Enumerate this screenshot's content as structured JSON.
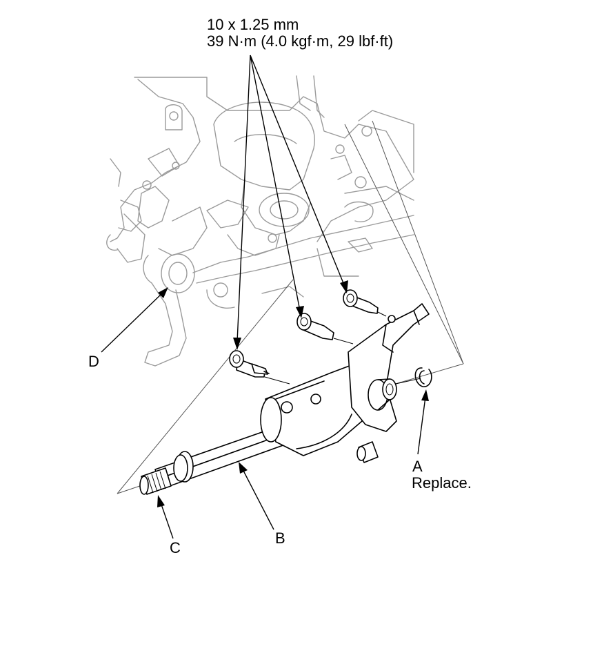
{
  "spec": {
    "bolt_size": "10 x 1.25 mm",
    "torque": "39 N·m (4.0 kgf·m, 29 lbf·ft)"
  },
  "callouts": {
    "a": {
      "letter": "A",
      "note": "Replace."
    },
    "b": {
      "letter": "B"
    },
    "c": {
      "letter": "C"
    },
    "d": {
      "letter": "D"
    }
  },
  "colors": {
    "line": "#000000",
    "background_line": "#9a9a9a"
  }
}
